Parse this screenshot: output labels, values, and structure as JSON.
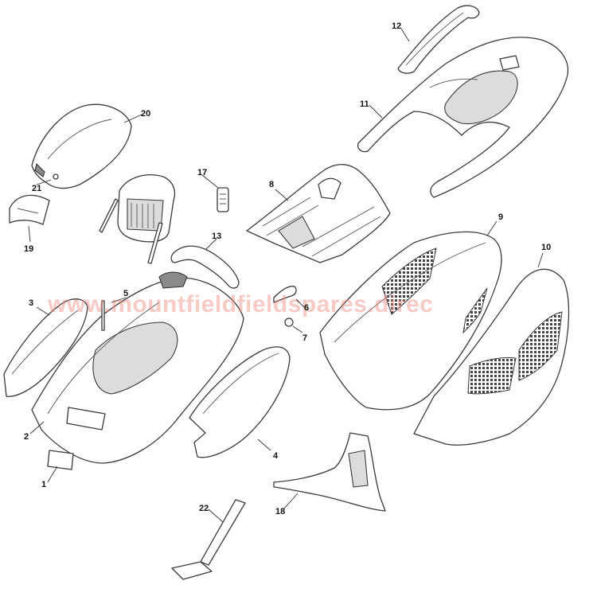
{
  "watermark": "www.mountfieldfieldspares.direc",
  "callouts": [
    {
      "id": "p1",
      "label": "1"
    },
    {
      "id": "p2",
      "label": "2"
    },
    {
      "id": "p3",
      "label": "3"
    },
    {
      "id": "p4",
      "label": "4"
    },
    {
      "id": "p5",
      "label": "5"
    },
    {
      "id": "p6",
      "label": "6"
    },
    {
      "id": "p7",
      "label": "7"
    },
    {
      "id": "p8",
      "label": "8"
    },
    {
      "id": "p9",
      "label": "9"
    },
    {
      "id": "p10",
      "label": "10"
    },
    {
      "id": "p11",
      "label": "11"
    },
    {
      "id": "p12",
      "label": "12"
    },
    {
      "id": "p13",
      "label": "13"
    },
    {
      "id": "p17",
      "label": "17"
    },
    {
      "id": "p18",
      "label": "18"
    },
    {
      "id": "p19",
      "label": "19"
    },
    {
      "id": "p20",
      "label": "20"
    },
    {
      "id": "p21",
      "label": "21"
    },
    {
      "id": "p22",
      "label": "22"
    }
  ]
}
